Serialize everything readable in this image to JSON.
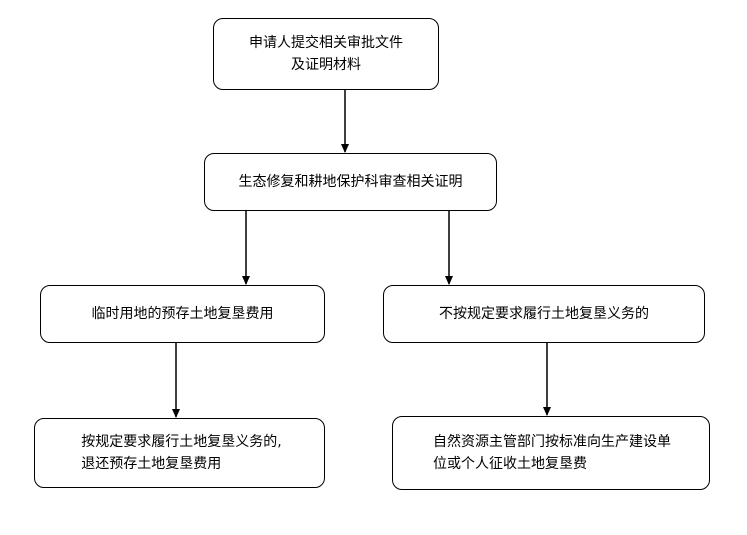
{
  "nodes": {
    "apply": {
      "text": "申请人提交相关审批文件\n及证明材料"
    },
    "review": {
      "text": "生态修复和耕地保护科审查相关证明"
    },
    "prestore": {
      "text": "临时用地的预存土地复垦费用"
    },
    "non_compliant": {
      "text": "不按规定要求履行土地复垦义务的"
    },
    "refund": {
      "text": "按规定要求履行土地复垦义务的,\n退还预存土地复垦费用"
    },
    "collect": {
      "text": "自然资源主管部门按标准向生产建设单\n位或个人征收土地复垦费"
    }
  },
  "edges": [
    {
      "from": "apply",
      "to": "review"
    },
    {
      "from": "review",
      "to": "prestore"
    },
    {
      "from": "review",
      "to": "non_compliant"
    },
    {
      "from": "prestore",
      "to": "refund"
    },
    {
      "from": "non_compliant",
      "to": "collect"
    }
  ],
  "colors": {
    "stroke": "#000000",
    "background": "#ffffff"
  }
}
